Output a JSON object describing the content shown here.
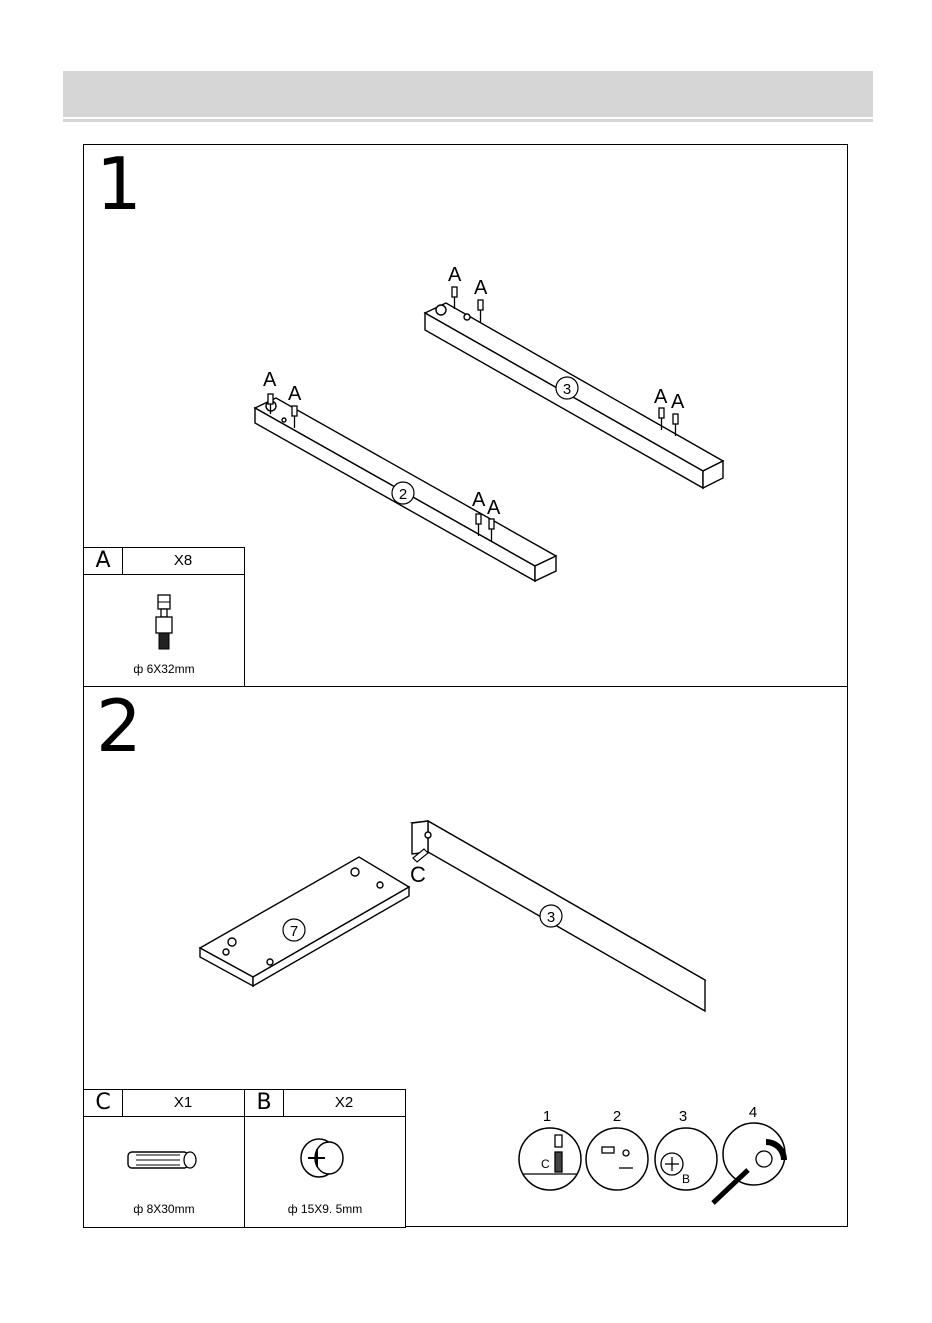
{
  "header": {
    "title": ""
  },
  "steps": [
    {
      "number": "1",
      "labels": {
        "part_a": "A",
        "part_2": "2",
        "part_3": "3"
      },
      "legend": [
        {
          "letter": "A",
          "qty": "X8",
          "dim": "ф 6X32mm",
          "icon": "cam-bolt-icon"
        }
      ]
    },
    {
      "number": "2",
      "labels": {
        "part_c": "C",
        "part_3": "3",
        "part_7": "7"
      },
      "legend": [
        {
          "letter": "C",
          "qty": "X1",
          "dim": "ф 8X30mm",
          "icon": "wooden-dowel-icon"
        },
        {
          "letter": "B",
          "qty": "X2",
          "dim": "ф 15X9. 5mm",
          "icon": "cam-lock-icon"
        }
      ],
      "cam_steps": [
        "1",
        "2",
        "3",
        "4"
      ],
      "cam_labels": {
        "dowel": "C",
        "cam": "B"
      }
    }
  ]
}
